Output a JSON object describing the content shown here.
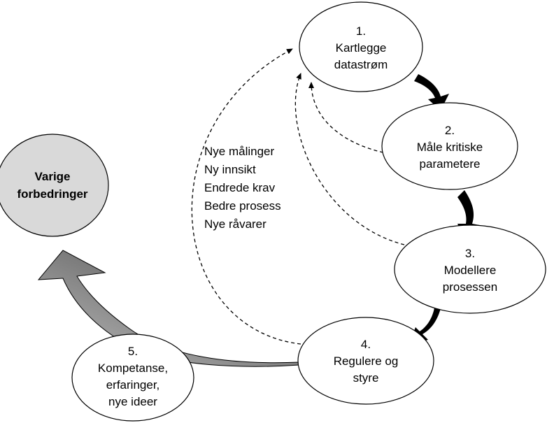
{
  "nodes": {
    "goal": {
      "line1": "Varige",
      "line2": "forbedringer"
    },
    "n1": {
      "line1": "1.",
      "line2": "Kartlegge",
      "line3": "datastrøm"
    },
    "n2": {
      "line1": "2.",
      "line2": "Måle kritiske",
      "line3": "parametere"
    },
    "n3": {
      "line1": "3.",
      "line2": "Modellere",
      "line3": "prosessen"
    },
    "n4": {
      "line1": "4.",
      "line2": "Regulere og",
      "line3": "styre"
    },
    "n5": {
      "line1": "5.",
      "line2": "Kompetanse,",
      "line3": "erfaringer,",
      "line4": "nye ideer"
    }
  },
  "feedback_notes": [
    "Nye målinger",
    "Ny innsikt",
    "Endrede krav",
    "Bedre prosess",
    "Nye råvarer"
  ],
  "colors": {
    "goal_fill": "#d9d9d9",
    "big_arrow_dark": "#4d4d4d",
    "big_arrow_light": "#bfbfbf",
    "stroke": "#000000"
  }
}
